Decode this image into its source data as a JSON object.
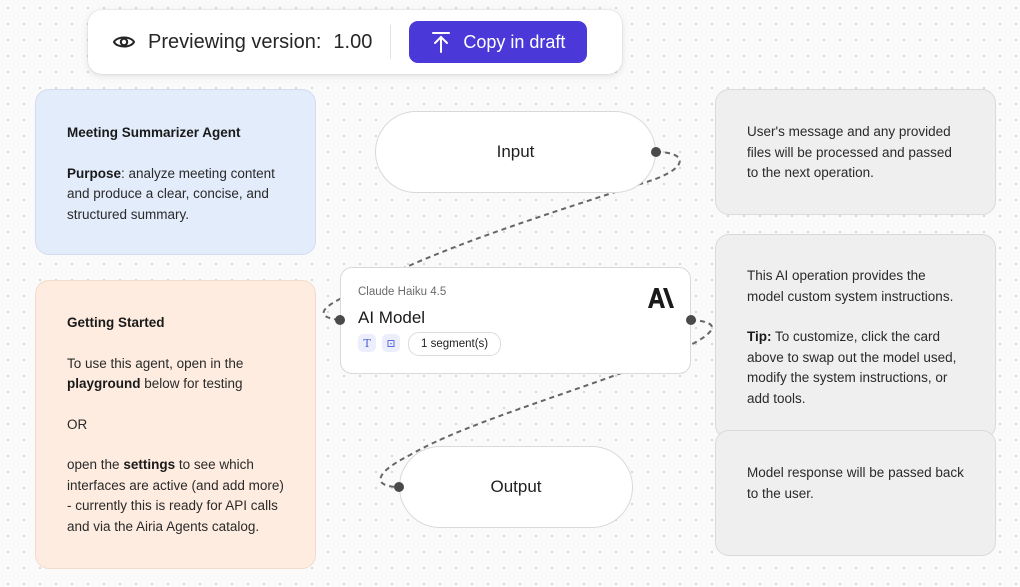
{
  "topbar": {
    "preview_label": "Previewing version:",
    "version": "1.00",
    "copy_button_label": "Copy in draft",
    "icons": {
      "preview": "eye-icon",
      "copy": "upload-arrow-icon"
    },
    "button_color": "#4a39d8"
  },
  "nodes": {
    "input": {
      "label": "Input"
    },
    "model": {
      "model_name": "Claude Haiku 4.5",
      "title": "AI Model",
      "provider_logo": "anthropic-logo",
      "chip_text_icon": "T",
      "chip_image_icon": "⊡",
      "segments": "1 segment(s)"
    },
    "output": {
      "label": "Output"
    }
  },
  "notes": {
    "intro": {
      "title": "Meeting Summarizer Agent",
      "purpose_label": "Purpose",
      "purpose_text": ": analyze meeting content and produce a clear, concise, and structured summary.",
      "color": "#e3ecfb"
    },
    "getting_started": {
      "title": "Getting Started",
      "line1_pre": "To use this agent, open in the ",
      "line1_bold": "playground",
      "line1_post": " below for testing",
      "or": "OR",
      "line2_pre": "open the ",
      "line2_bold": "settings",
      "line2_post": " to see which interfaces are active (and add more) - currently this is ready for API calls and via the Airia Agents catalog.",
      "color": "#fdecdf"
    },
    "input_note": {
      "text": "User's message and any provided files will be processed and passed to the next operation."
    },
    "model_note": {
      "text": "This AI operation provides the model custom system instructions.",
      "tip_label": "Tip:",
      "tip_text": " To customize, click the card above to swap out the model used, modify the system instructions, or add tools."
    },
    "output_note": {
      "text": "Model response will be passed back to the user."
    }
  }
}
